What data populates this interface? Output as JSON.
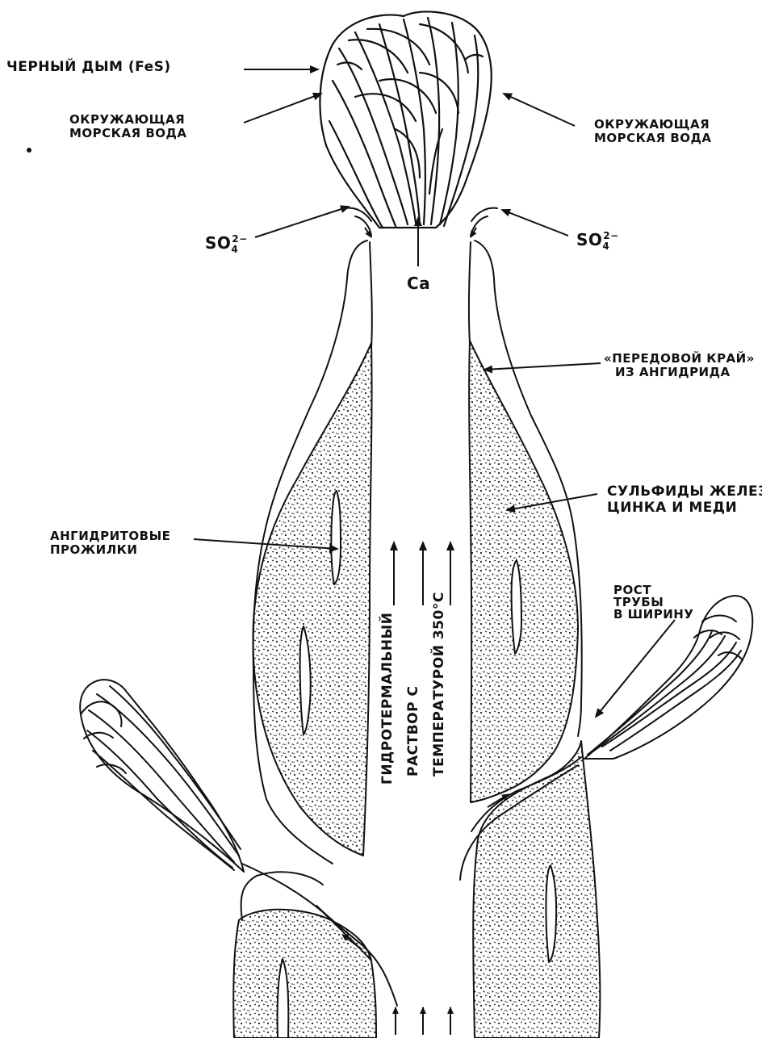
{
  "labels": {
    "black_smoke": "ЧЕРНЫЙ ДЫМ (FeS)",
    "seawater_left_line1": "ОКРУЖАЮЩАЯ",
    "seawater_left_line2": "МОРСКАЯ ВОДА",
    "seawater_right_line1": "ОКРУЖАЮЩАЯ",
    "seawater_right_line2": "МОРСКАЯ ВОДА",
    "sulfate_left": "SO",
    "sulfate_right": "SO",
    "sulfate_sub": "4",
    "sulfate_sup": "2−",
    "calcium": "Ca",
    "leading_edge_line1": "«ПЕРЕДОВОЙ КРАЙ»",
    "leading_edge_line2": "ИЗ АНГИДРИДА",
    "sulfides_line1": "СУЛЬФИДЫ ЖЕЛЕЗА,",
    "sulfides_line2": "ЦИНКА И МЕДИ",
    "veins_line1": "АНГИДРИТОВЫЕ",
    "veins_line2": "ПРОЖИЛКИ",
    "growth_line1": "РОСТ",
    "growth_line2": "ТРУБЫ",
    "growth_line3": "В ШИРИНУ",
    "fluid_line1": "ГИДРОТЕРМАЛЬНЫЙ",
    "fluid_line2": "РАСТВОР С",
    "fluid_line3": "ТЕМПЕРАТУРОЙ 350°С"
  },
  "colors": {
    "ink": "#111111",
    "sulfide_stipple": "#1a1a1a",
    "background": "#ffffff"
  }
}
